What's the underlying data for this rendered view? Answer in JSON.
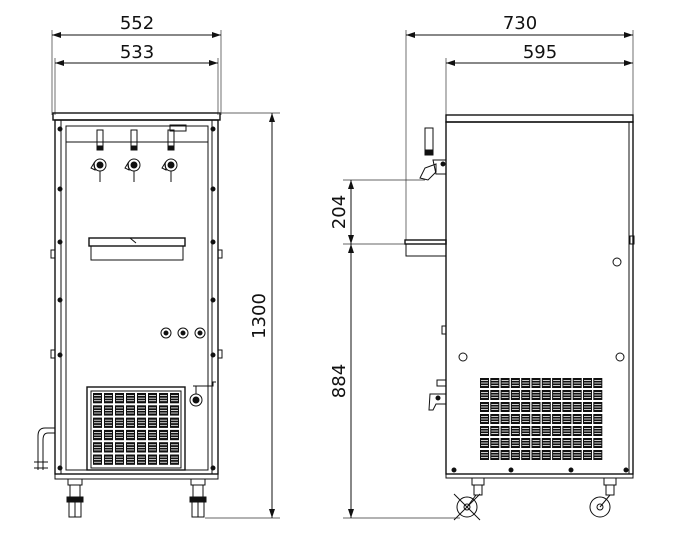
{
  "diagram": {
    "front_view": {
      "overall_width": "552",
      "body_width": "533",
      "overall_height": "1300"
    },
    "side_view": {
      "overall_depth": "730",
      "body_depth": "595",
      "drip_tray_to_tap": "204",
      "drip_tray_height": "884"
    },
    "colors": {
      "line": "#111111",
      "background": "#ffffff"
    }
  }
}
